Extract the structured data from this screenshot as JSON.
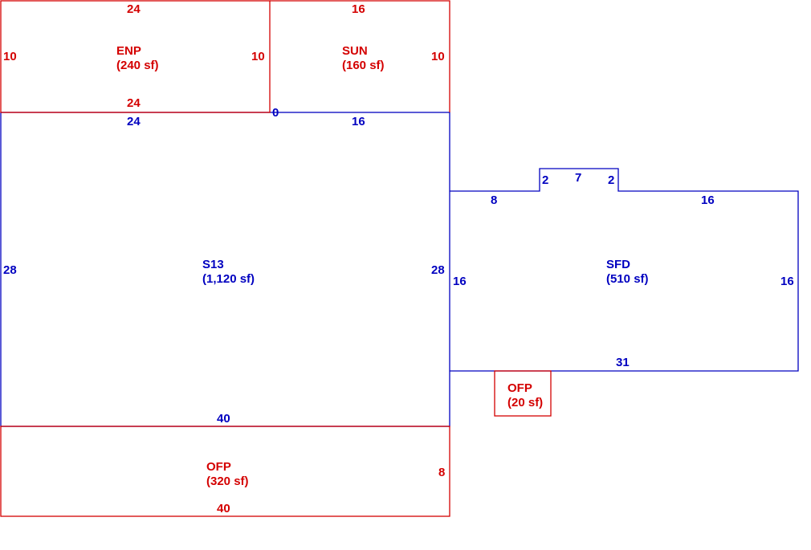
{
  "colors": {
    "red": "#d40000",
    "blue": "#0000c0"
  },
  "areas": [
    {
      "id": "enp",
      "name": "ENP",
      "size": "(240 sf)",
      "color": "red"
    },
    {
      "id": "sun",
      "name": "SUN",
      "size": "(160 sf)",
      "color": "red"
    },
    {
      "id": "s13",
      "name": "S13",
      "size": "(1,120 sf)",
      "color": "blue"
    },
    {
      "id": "sfd",
      "name": "SFD",
      "size": "(510 sf)",
      "color": "blue"
    },
    {
      "id": "ofp_small",
      "name": "OFP",
      "size": "(20 sf)",
      "color": "red"
    },
    {
      "id": "ofp_large",
      "name": "OFP",
      "size": "(320 sf)",
      "color": "red"
    }
  ],
  "dimensions": {
    "enp_top": "24",
    "enp_left": "10",
    "enp_right": "10",
    "enp_bottom": "24",
    "sun_top": "16",
    "sun_right": "10",
    "s13_top_left": "24",
    "s13_top_zero": "0",
    "s13_top_right": "16",
    "s13_left": "28",
    "s13_right": "28",
    "s13_bottom": "40",
    "sfd_top_left": "8",
    "sfd_bump_left": "2",
    "sfd_bump_top": "7",
    "sfd_bump_right": "2",
    "sfd_top_right": "16",
    "sfd_left": "16",
    "sfd_right": "16",
    "sfd_bottom": "31",
    "ofp_right": "8",
    "ofp_bottom": "40"
  }
}
